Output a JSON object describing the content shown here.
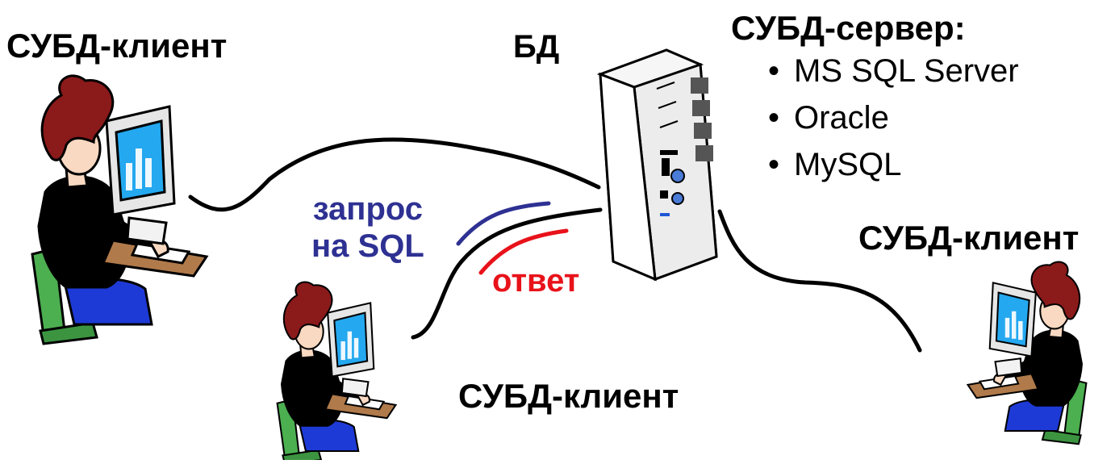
{
  "labels": {
    "client_top_left": "СУБД-клиент",
    "client_right": "СУБД-клиент",
    "client_bottom": "СУБД-клиент",
    "db": "БД",
    "server_title": "СУБД-сервер:",
    "request_line1": "запрос",
    "request_line2": "на SQL",
    "response": "ответ"
  },
  "server_products": [
    "MS SQL Server",
    "Oracle",
    "MySQL"
  ],
  "bullet": "•",
  "colors": {
    "request": "#2e3192",
    "response": "#e8121a",
    "shirt_yellow": "#f5e51f",
    "shirt_green": "#2fe21c",
    "shirt_orange": "#f26c10",
    "pants": "#1e3ad6",
    "chair": "#4caf50",
    "hair": "#8b1a1a",
    "skin": "#f9d9c1",
    "desk": "#b07a4a",
    "screen": "#24a8f0"
  }
}
